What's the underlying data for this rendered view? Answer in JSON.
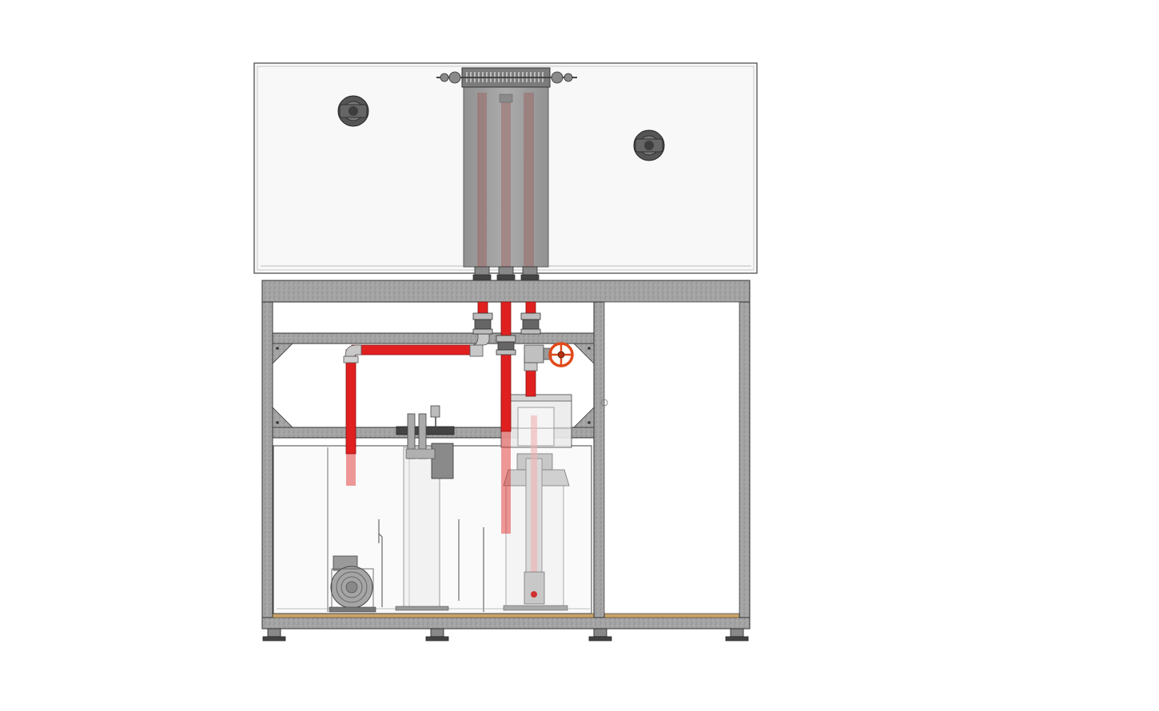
{
  "diagram": {
    "components": [
      {
        "id": "display-tank",
        "icon": "glass-tank-icon"
      },
      {
        "id": "overflow-box",
        "icon": "overflow-box-icon"
      },
      {
        "id": "powerhead-left",
        "icon": "wavemaker-pump-icon"
      },
      {
        "id": "powerhead-right",
        "icon": "wavemaker-pump-icon"
      },
      {
        "id": "cabinet-stand",
        "icon": "steel-frame-icon"
      },
      {
        "id": "sump",
        "icon": "sump-tank-icon"
      },
      {
        "id": "return-pump",
        "icon": "centrifugal-pump-icon"
      },
      {
        "id": "protein-skimmer",
        "icon": "skimmer-icon"
      },
      {
        "id": "filter-sock-box",
        "icon": "filter-box-icon"
      },
      {
        "id": "reactor",
        "icon": "reactor-icon"
      },
      {
        "id": "gate-valve",
        "icon": "gate-valve-icon"
      },
      {
        "id": "adjustable-feet",
        "icon": "leveling-foot-icon"
      }
    ],
    "colors": {
      "pipe": "#e02020",
      "pipe-dark": "#a01010",
      "frame": "#9b9b9b",
      "frame-dark": "#6e6e6e",
      "glass": "#f7f7f7",
      "valve-handle": "#e04a1a",
      "wood-base": "#c9a36a",
      "outline": "#333333"
    }
  }
}
